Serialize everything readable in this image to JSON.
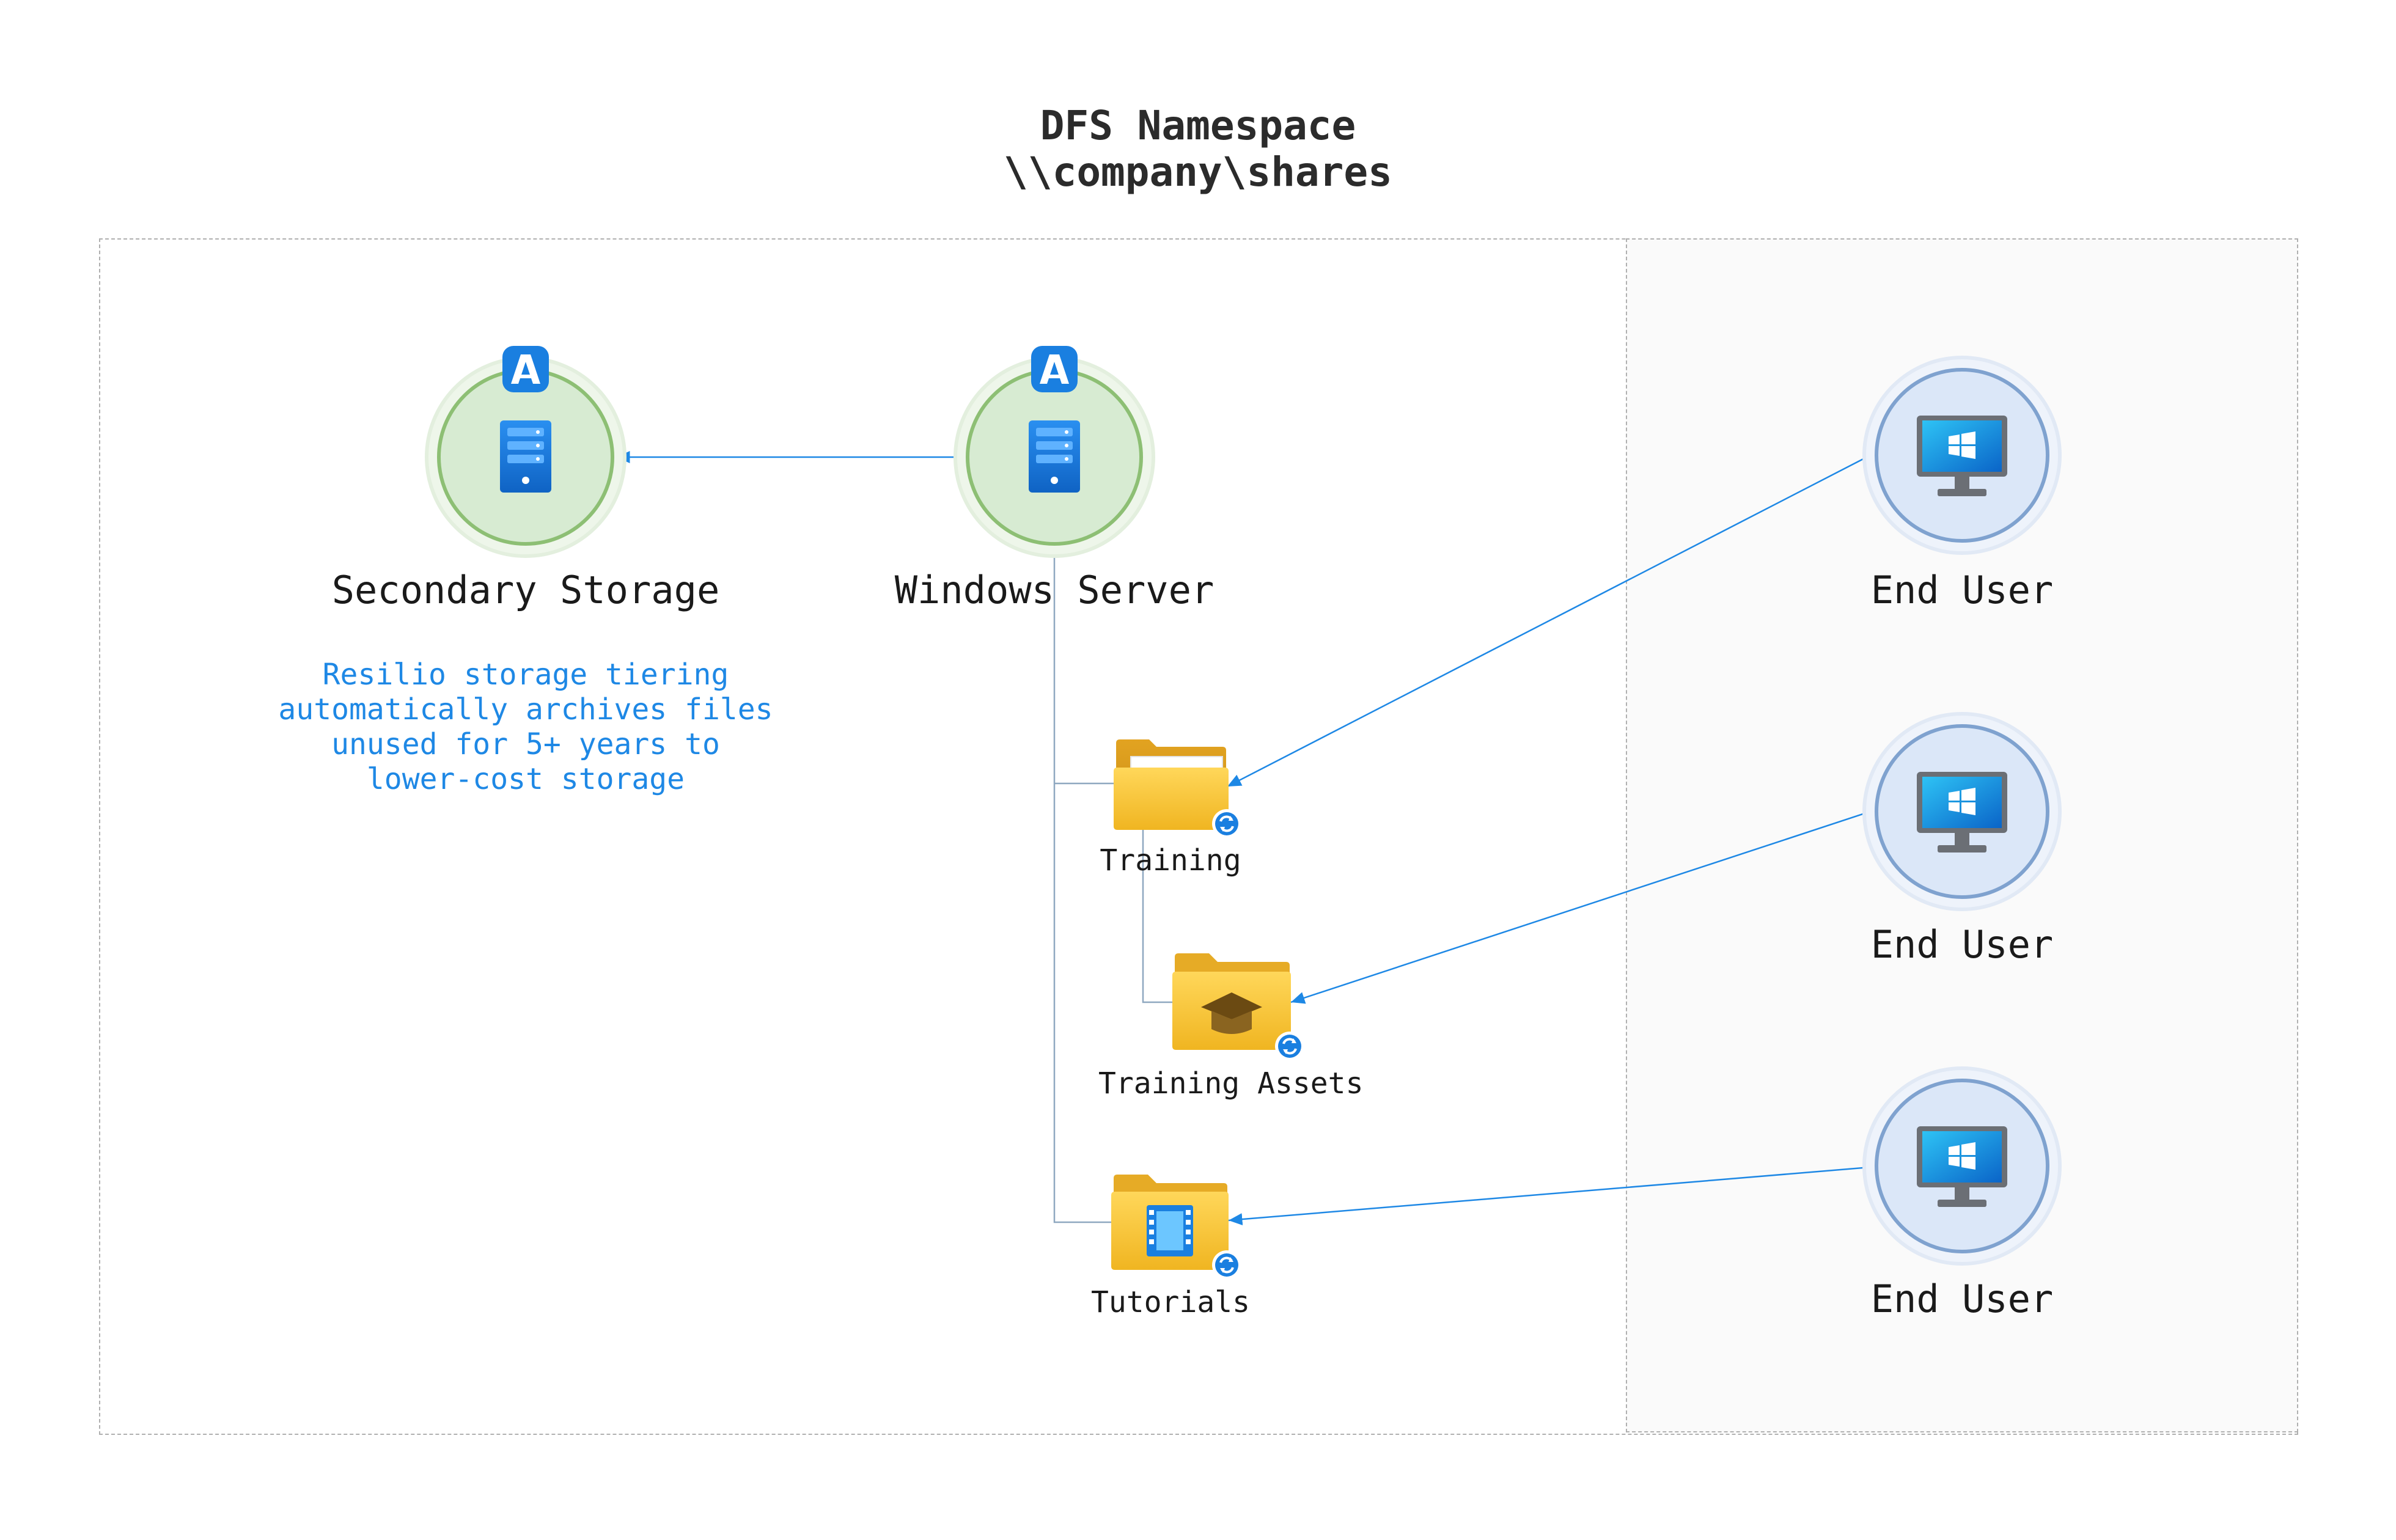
{
  "title": {
    "line1": "DFS Namespace",
    "line2": "\\\\company\\shares"
  },
  "nodes": {
    "secondary_storage": {
      "label": "Secondary Storage",
      "icon": "server-icon",
      "badge": "resilio-logo-icon"
    },
    "windows_server": {
      "label": "Windows Server",
      "icon": "server-icon",
      "badge": "resilio-logo-icon"
    },
    "end_users": [
      {
        "label": "End User",
        "icon": "windows-monitor-icon"
      },
      {
        "label": "End User",
        "icon": "windows-monitor-icon"
      },
      {
        "label": "End User",
        "icon": "windows-monitor-icon"
      }
    ]
  },
  "folders": [
    {
      "label": "Training",
      "icon": "folder-documents-icon",
      "status_icon": "sync-icon"
    },
    {
      "label": "Training Assets",
      "icon": "folder-graduation-cap-icon",
      "status_icon": "sync-icon"
    },
    {
      "label": "Tutorials",
      "icon": "folder-video-icon",
      "status_icon": "sync-icon"
    }
  ],
  "note": {
    "lines": [
      "Resilio storage tiering",
      "automatically archives files",
      "unused for 5+ years to",
      "lower-cost storage"
    ]
  },
  "colors": {
    "connector": "#1e88e5",
    "tree_line": "#8fa8c0",
    "server_circle_fill": "#d7ebd2",
    "server_circle_stroke": "#8dbf74",
    "user_circle_fill": "#dbe7f8",
    "user_circle_stroke": "#7fa2cf",
    "note_text": "#1e88e5",
    "folder_yellow": "#f5c53a",
    "badge_blue": "#1a7fe0"
  }
}
